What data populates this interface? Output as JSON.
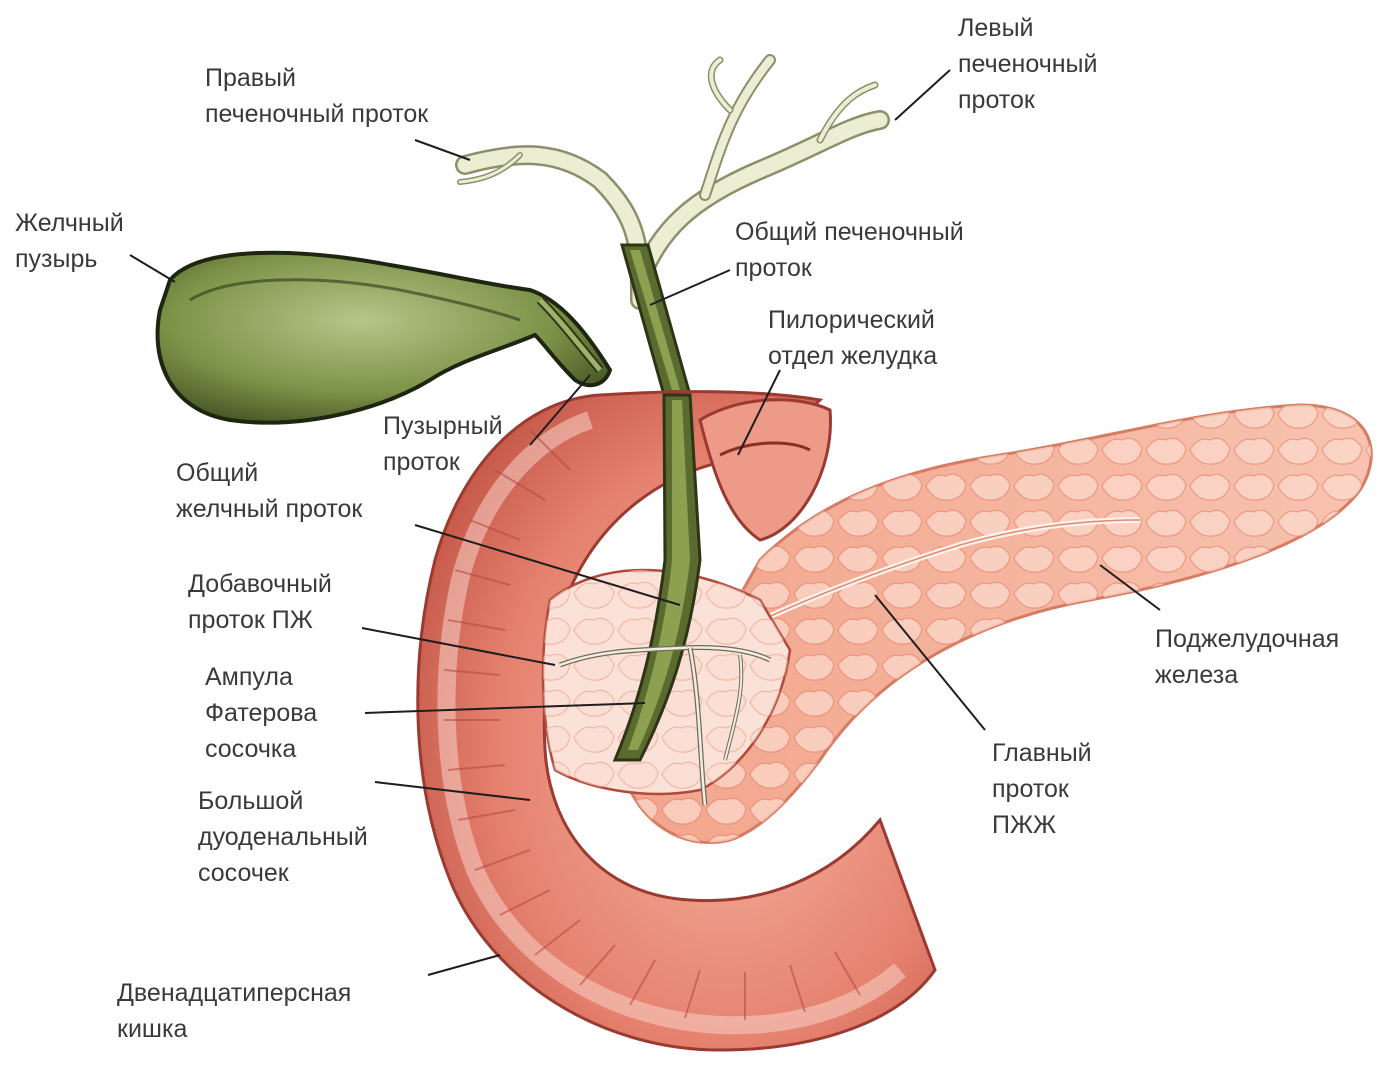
{
  "labels": {
    "right_hepatic_duct": [
      "Правый",
      "печеночный проток"
    ],
    "left_hepatic_duct": [
      "Левый",
      "печеночный",
      "проток"
    ],
    "gallbladder": [
      "Желчный",
      "пузырь"
    ],
    "common_hepatic_duct": [
      "Общий печеночный",
      "проток"
    ],
    "pyloric_stomach": [
      "Пилорический",
      "отдел желудка"
    ],
    "cystic_duct": [
      "Пузырный",
      "проток"
    ],
    "common_bile_duct": [
      "Общий",
      "желчный проток"
    ],
    "accessory_pancreatic_duct": [
      "Добавочный",
      "проток ПЖ"
    ],
    "ampulla_of_vater": [
      "Ампула",
      "Фатерова",
      "сосочка"
    ],
    "major_duodenal_papilla": [
      "Большой",
      "дуоденальный",
      "сосочек"
    ],
    "duodenum": [
      "Двенадцатиперсная",
      "кишка"
    ],
    "pancreas": [
      "Поджелудочная",
      "железа"
    ],
    "main_pancreatic_duct": [
      "Главный",
      "проток",
      "ПЖЖ"
    ]
  },
  "colors": {
    "gallbladder": "#8fa45c",
    "gallbladder_dark": "#2f3a1c",
    "duct": "#e9ead0",
    "duct_dark": "#6e7a3c",
    "duodenum": "#e0786a",
    "duodenum_inner": "#f3c3b5",
    "pancreas": "#f19c82",
    "pancreas_light": "#f9d9cc",
    "leader": "#1e1e1e"
  }
}
